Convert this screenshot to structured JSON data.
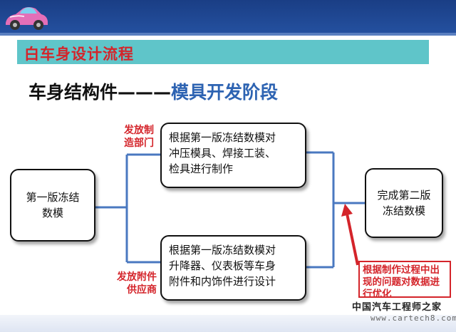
{
  "title": "白车身设计流程",
  "subtitle": {
    "part1": "车身结构件———",
    "part2": "模具开发阶段"
  },
  "boxes": {
    "start": [
      "第一版冻结",
      "数模"
    ],
    "top": [
      "根据第一版冻结数模对",
      "冲压模具、焊接工装、",
      "检具进行制作"
    ],
    "bottom": [
      "根据第一版冻结数模对",
      "升降器、仪表板等车身",
      "附件和内饰件进行设计"
    ],
    "end": [
      "完成第二版",
      "冻结数模"
    ]
  },
  "labels": {
    "top": [
      "发放制",
      "造部门"
    ],
    "bottom": [
      "发放附件",
      "供应商"
    ]
  },
  "note": "根据制作过程中出现的问题对数据进行优化",
  "watermark": {
    "line1": "中国汽车工程师之家",
    "line2": "www.cartech8.com"
  },
  "icons": [
    "car-logo-icon"
  ],
  "colors": {
    "header": "#1a3e85",
    "title_band": "#5fc5c9",
    "title_text": "#d4242a",
    "subtitle_blue": "#2d63b2",
    "connector": "#4a78c0",
    "red": "#d4242a"
  }
}
